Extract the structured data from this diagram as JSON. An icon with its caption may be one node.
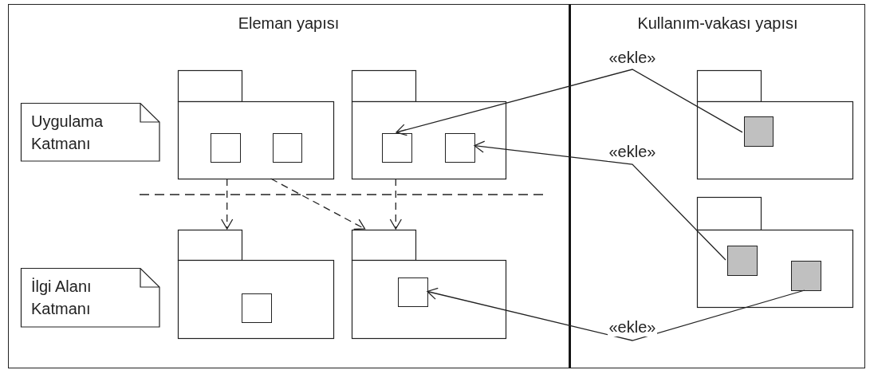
{
  "diagram": {
    "nodes": [
      {
        "text": [
          "Eleman yapısı"
        ]
      },
      {
        "text": [
          "Kullanım-vakası yapısı"
        ]
      },
      {
        "text": [
          "Uygulama Katmanı"
        ],
        "in": 0
      },
      {
        "text": [
          "İlgi Alanı Katmanı"
        ],
        "in": 0
      },
      {
        "text": [],
        "shape": "folder",
        "in": 0
      },
      {
        "text": [],
        "shape": "box",
        "in": 4
      },
      {
        "text": [],
        "shape": "box",
        "in": 4
      },
      {
        "text": [],
        "shape": "folder",
        "in": 0
      },
      {
        "text": [],
        "shape": "box",
        "in": 7
      },
      {
        "text": [],
        "shape": "box",
        "in": 7
      },
      {
        "text": [],
        "shape": "folder",
        "in": 0
      },
      {
        "text": [],
        "shape": "box",
        "in": 10
      },
      {
        "text": [],
        "shape": "folder",
        "in": 0
      },
      {
        "text": [],
        "shape": "box",
        "in": 12
      },
      {
        "text": [],
        "shape": "folder",
        "in": 1
      },
      {
        "text": [],
        "shape": "box",
        "in": 14
      },
      {
        "text": [],
        "shape": "folder",
        "in": 1
      },
      {
        "text": [],
        "shape": "box",
        "in": 16
      },
      {
        "text": [],
        "shape": "box",
        "in": 16
      }
    ],
    "edges": [
      {
        "from": 15,
        "to": 8,
        "arrow": "to",
        "label": "«ekle»"
      },
      {
        "from": 17,
        "to": 9,
        "arrow": "to",
        "label": "«ekle»"
      },
      {
        "from": 18,
        "to": 13,
        "arrow": "to",
        "label": "«ekle»"
      },
      {
        "from": 4,
        "to": 10,
        "arrow": "to",
        "style": "dashed"
      },
      {
        "from": 4,
        "to": 12,
        "arrow": "to",
        "style": "dashed"
      },
      {
        "from": 7,
        "to": 12,
        "arrow": "to",
        "style": "dashed"
      }
    ]
  }
}
